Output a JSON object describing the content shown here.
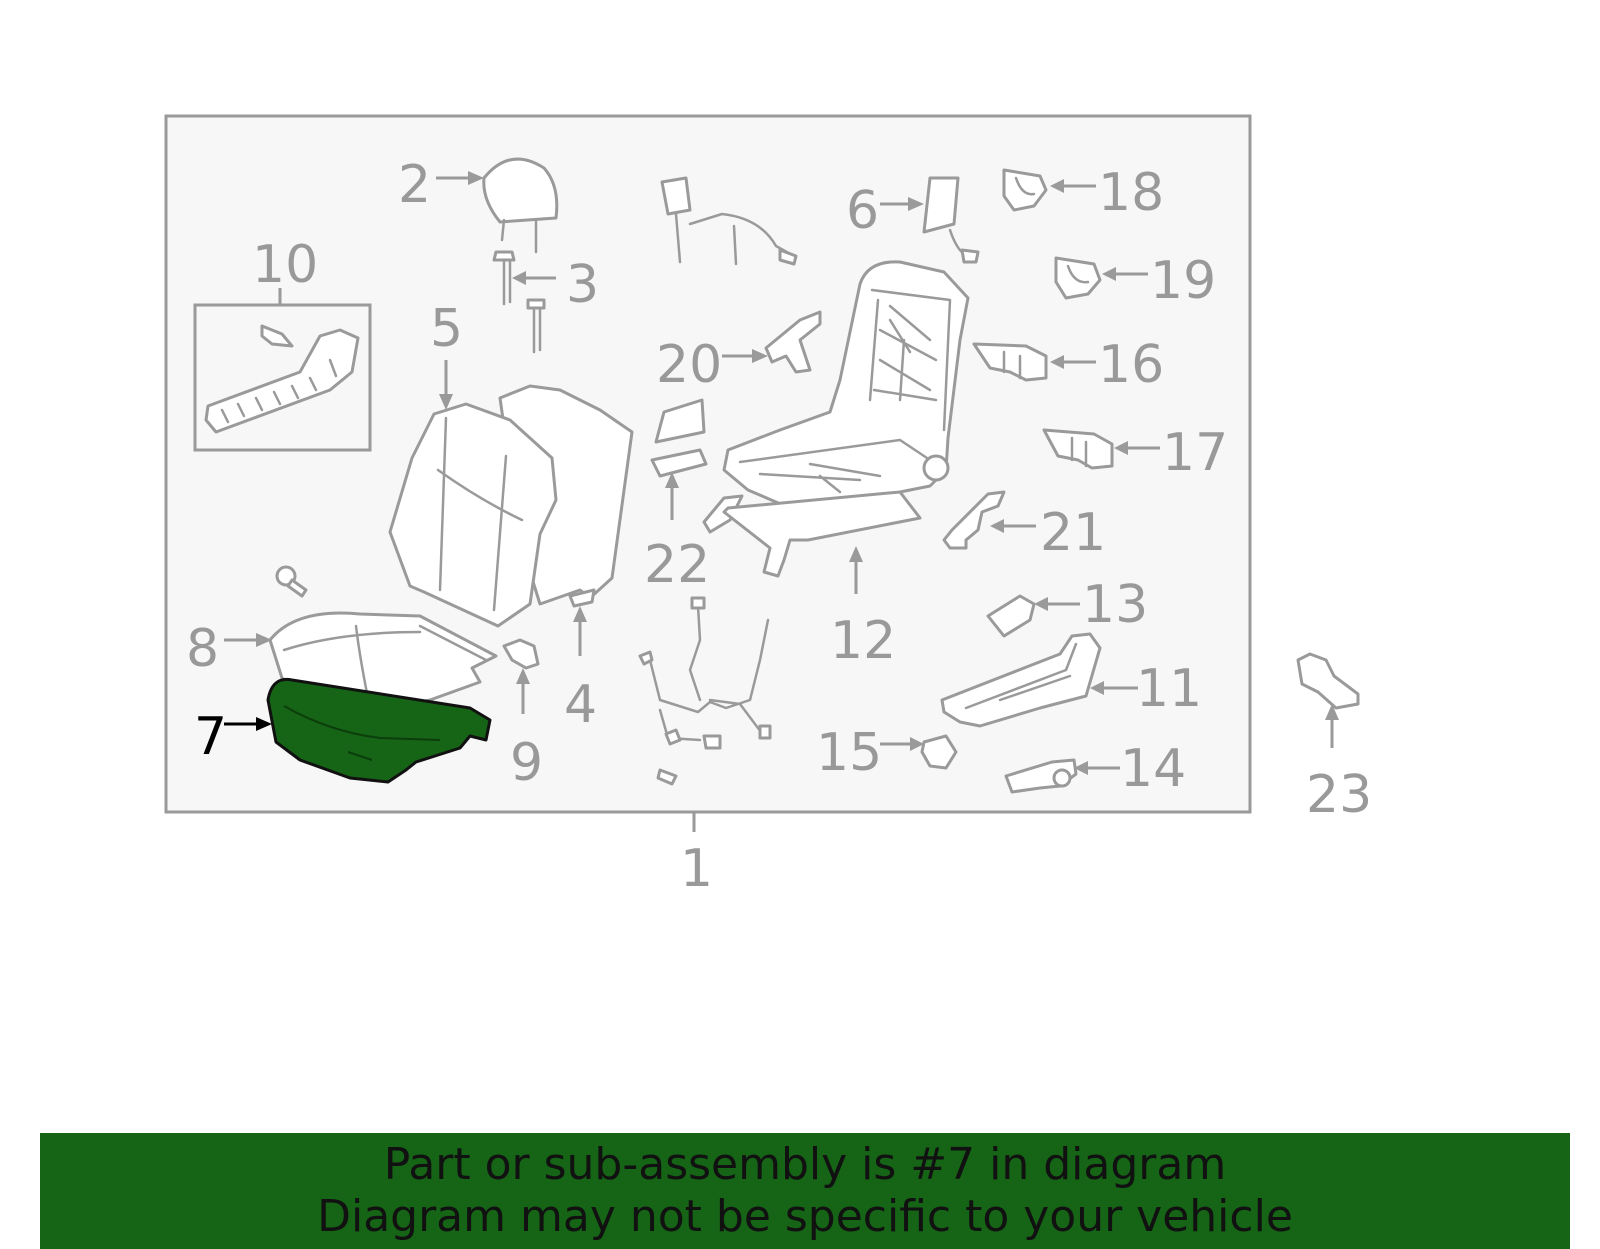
{
  "diagram": {
    "highlight_part": "7",
    "highlight_color": "#166416",
    "label_color": "#999999",
    "callouts": [
      {
        "id": "1",
        "text": "1"
      },
      {
        "id": "2",
        "text": "2"
      },
      {
        "id": "3",
        "text": "3"
      },
      {
        "id": "4",
        "text": "4"
      },
      {
        "id": "5",
        "text": "5"
      },
      {
        "id": "6",
        "text": "6"
      },
      {
        "id": "7",
        "text": "7"
      },
      {
        "id": "8",
        "text": "8"
      },
      {
        "id": "9",
        "text": "9"
      },
      {
        "id": "10",
        "text": "10"
      },
      {
        "id": "11",
        "text": "11"
      },
      {
        "id": "12",
        "text": "12"
      },
      {
        "id": "13",
        "text": "13"
      },
      {
        "id": "14",
        "text": "14"
      },
      {
        "id": "15",
        "text": "15"
      },
      {
        "id": "16",
        "text": "16"
      },
      {
        "id": "17",
        "text": "17"
      },
      {
        "id": "18",
        "text": "18"
      },
      {
        "id": "19",
        "text": "19"
      },
      {
        "id": "20",
        "text": "20"
      },
      {
        "id": "21",
        "text": "21"
      },
      {
        "id": "22",
        "text": "22"
      },
      {
        "id": "23",
        "text": "23"
      }
    ]
  },
  "footer": {
    "line1": "Part or sub-assembly is #7 in diagram",
    "line2": "Diagram may not be specific to your vehicle",
    "background": "#166416"
  }
}
